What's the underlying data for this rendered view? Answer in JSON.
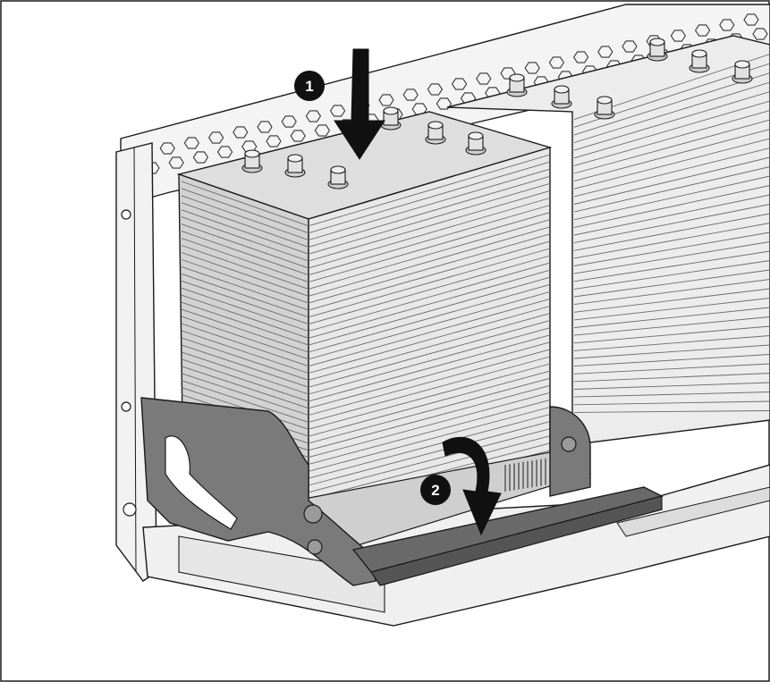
{
  "figure": {
    "callouts": [
      {
        "label": "1",
        "meaning": "press-down"
      },
      {
        "label": "2",
        "meaning": "rotate-lever"
      }
    ],
    "colors": {
      "outline": "#1a1a1a",
      "metal_light": "#ececec",
      "metal_mid": "#cfcfcf",
      "fin_line": "#6b6b6b",
      "lever": "#7a7a7a",
      "lever_dark": "#555555",
      "callout_fill": "#111111"
    },
    "icons": [
      "down-arrow-icon",
      "curved-arrow-icon"
    ]
  }
}
